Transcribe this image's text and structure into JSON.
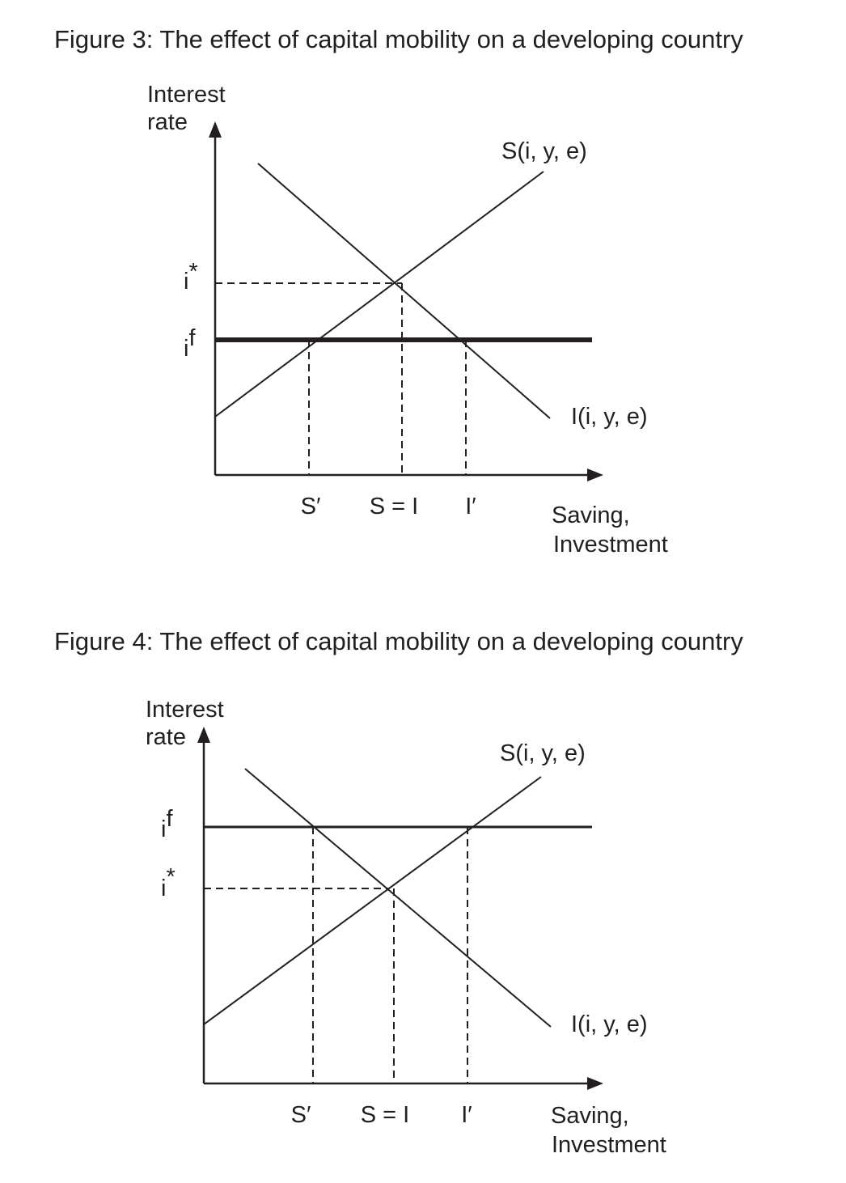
{
  "figures": [
    {
      "title": "Figure 3: The effect of capital mobility on a developing country",
      "y_axis_label": [
        "Interest",
        "rate"
      ],
      "x_axis_label": [
        "Saving,",
        "Investment"
      ],
      "y_ticks": [
        {
          "base": "i",
          "sup": "*",
          "role": "domestic-rate"
        },
        {
          "base": "i",
          "sup": "f",
          "role": "world-rate"
        }
      ],
      "x_ticks": [
        "S′",
        "S = I",
        "I′"
      ],
      "saving_curve_label": "S(i, y, e)",
      "investment_curve_label": "I(i, y, e)"
    },
    {
      "title": "Figure 4: The effect of capital mobility on a developing country",
      "y_axis_label": [
        "Interest",
        "rate"
      ],
      "x_axis_label": [
        "Saving,",
        "Investment"
      ],
      "y_ticks": [
        {
          "base": "i",
          "sup": "f",
          "role": "world-rate"
        },
        {
          "base": "i",
          "sup": "*",
          "role": "domestic-rate"
        }
      ],
      "x_ticks": [
        "S′",
        "S = I",
        "I′"
      ],
      "saving_curve_label": "S(i, y, e)",
      "investment_curve_label": "I(i, y, e)"
    }
  ]
}
